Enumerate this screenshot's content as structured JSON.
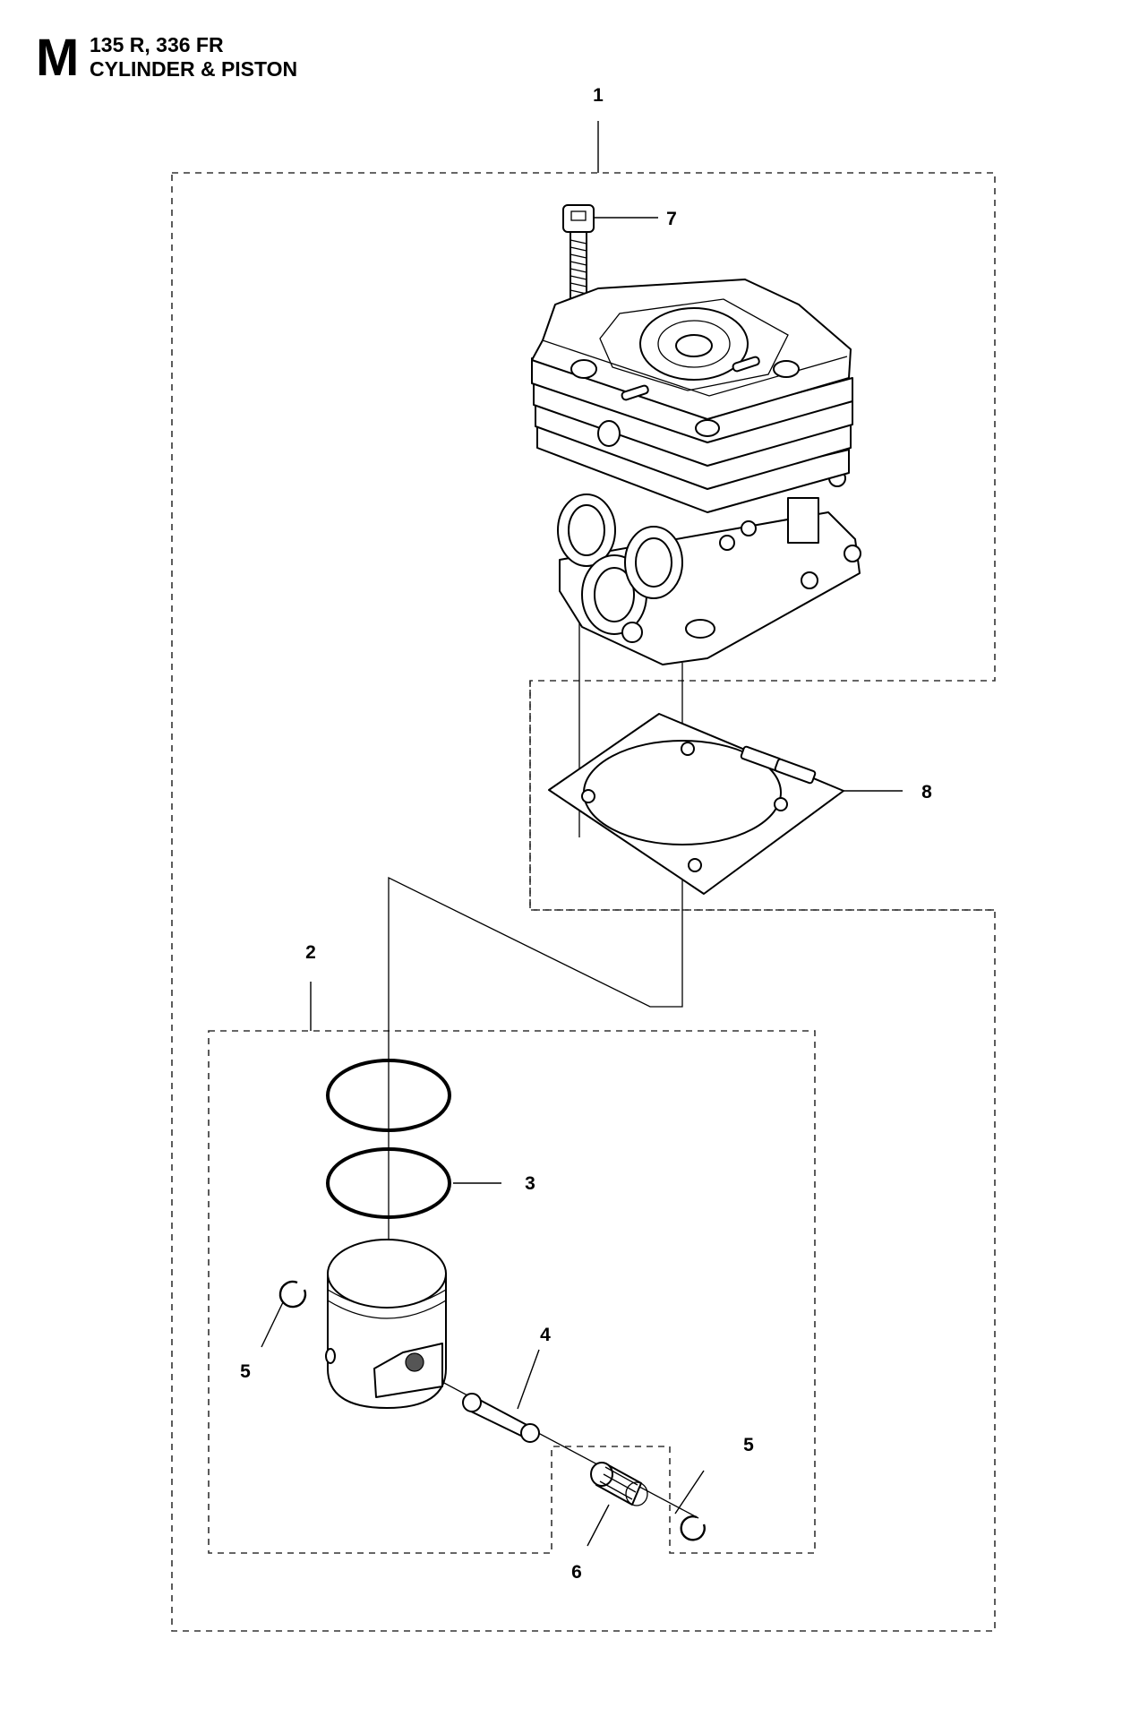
{
  "header": {
    "section_letter": "M",
    "models": "135 R, 336 FR",
    "title": "CYLINDER & PISTON"
  },
  "callouts": [
    {
      "id": "c1",
      "label": "1"
    },
    {
      "id": "c2",
      "label": "2"
    },
    {
      "id": "c3",
      "label": "3"
    },
    {
      "id": "c4",
      "label": "4"
    },
    {
      "id": "c5a",
      "label": "5"
    },
    {
      "id": "c5b",
      "label": "5"
    },
    {
      "id": "c6",
      "label": "6"
    },
    {
      "id": "c7",
      "label": "7"
    },
    {
      "id": "c8",
      "label": "8"
    }
  ]
}
